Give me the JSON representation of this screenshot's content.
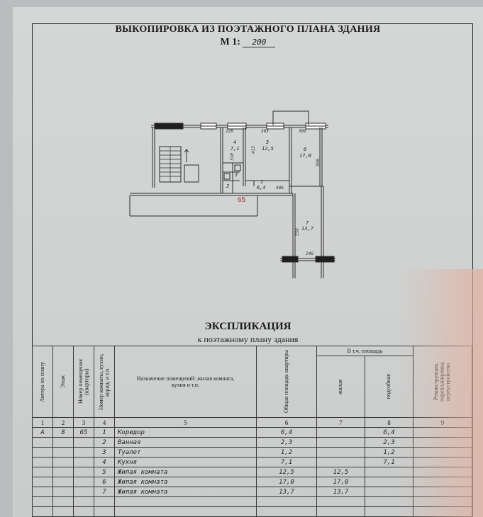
{
  "header": {
    "title": "ВЫКОПИРОВКА ИЗ ПОЭТАЖНОГО ПЛАНА ЗДАНИЯ",
    "scale_label": "М 1:",
    "scale_value": "200"
  },
  "plan": {
    "apartment_number": "65",
    "dims": [
      "226",
      "303",
      "306",
      "310",
      "413",
      "406",
      "596",
      "556",
      "246"
    ],
    "rooms": [
      {
        "num": "4",
        "area": "7,1"
      },
      {
        "num": "5",
        "area": "12,5"
      },
      {
        "num": "6",
        "area": "17,0"
      },
      {
        "num": "1",
        "area": "6,4"
      },
      {
        "num": "2",
        "area": ""
      },
      {
        "num": "3",
        "area": ""
      },
      {
        "num": "7",
        "area": "13,7"
      }
    ]
  },
  "explication": {
    "title": "ЭКСПЛИКАЦИЯ",
    "subtitle": "к поэтажному плану здания",
    "headers": {
      "col1": "Литера по плану",
      "col2": "Этаж",
      "col3": "Номер помещения (квартиры)",
      "col4": "Номер комнаты, кухни, корид. и т.п.",
      "col5": "Назначение помещений: жилая комната, кухня и т.п.",
      "col6": "Общая площадь квартиры",
      "group": "В т.ч. площадь",
      "col7": "жилая",
      "col8": "подсобная",
      "col9": "Реконструкция, перепланировка, переустройство"
    },
    "col_numbers": [
      "1",
      "2",
      "3",
      "4",
      "5",
      "6",
      "7",
      "8",
      "9"
    ],
    "rows": [
      {
        "litera": "А",
        "floor": "8",
        "apt": "65",
        "num": "1",
        "name": "Коридор",
        "total": "6,4",
        "living": "",
        "aux": "6,4"
      },
      {
        "litera": "",
        "floor": "",
        "apt": "",
        "num": "2",
        "name": "Ванная",
        "total": "2,3",
        "living": "",
        "aux": "2,3"
      },
      {
        "litera": "",
        "floor": "",
        "apt": "",
        "num": "3",
        "name": "Туалет",
        "total": "1,2",
        "living": "",
        "aux": "1,2"
      },
      {
        "litera": "",
        "floor": "",
        "apt": "",
        "num": "4",
        "name": "Кухня",
        "total": "7,1",
        "living": "",
        "aux": "7,1"
      },
      {
        "litera": "",
        "floor": "",
        "apt": "",
        "num": "5",
        "name": "Жилая комната",
        "total": "12,5",
        "living": "12,5",
        "aux": ""
      },
      {
        "litera": "",
        "floor": "",
        "apt": "",
        "num": "6",
        "name": "Жилая комната",
        "total": "17,0",
        "living": "17,0",
        "aux": ""
      },
      {
        "litera": "",
        "floor": "",
        "apt": "",
        "num": "7",
        "name": "Жилая комната",
        "total": "13,7",
        "living": "13,7",
        "aux": ""
      }
    ]
  }
}
